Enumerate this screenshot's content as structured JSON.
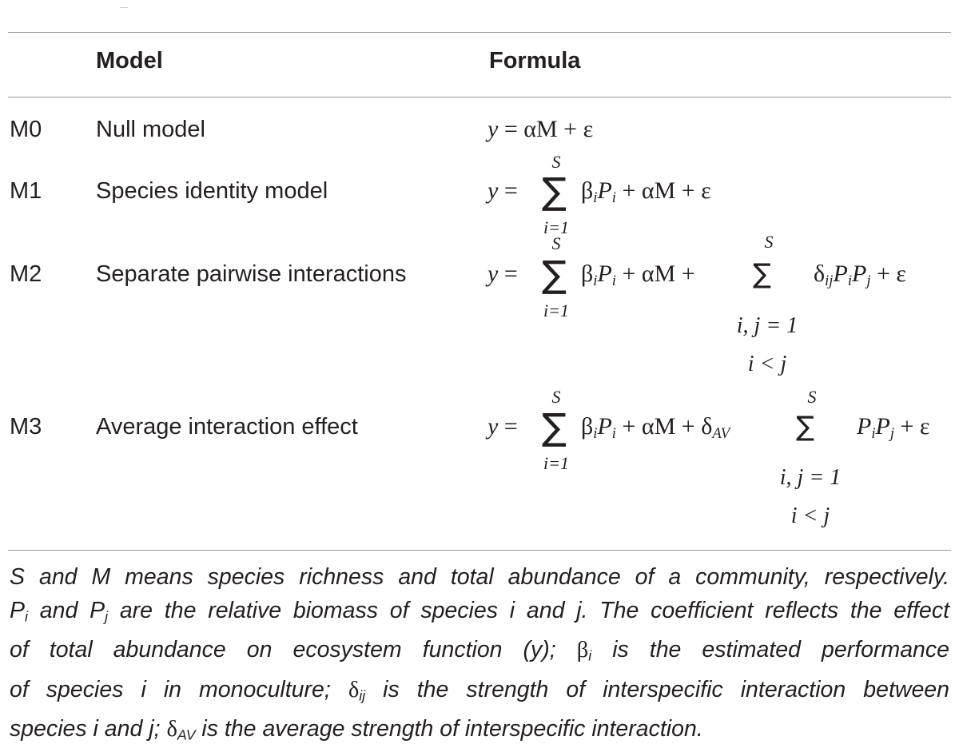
{
  "table": {
    "headers": {
      "model": "Model",
      "formula": "Formula"
    },
    "rows": [
      {
        "code": "M0",
        "name": "Null model"
      },
      {
        "code": "M1",
        "name": "Species identity model"
      },
      {
        "code": "M2",
        "name": "Separate pairwise interactions"
      },
      {
        "code": "M3",
        "name": "Average interaction effect"
      }
    ]
  },
  "formula": {
    "y": "y",
    "eq": " = ",
    "alpha_m": "αM",
    "plus": " + ",
    "eps": "ε",
    "sigma": "∑",
    "upper": "S",
    "lower_single": "i=1",
    "lower_pair": "i, j = 1",
    "lower_pair_cond": "i < j",
    "beta": "β",
    "sub_i": "i",
    "sub_j": "j",
    "sub_ij": "ij",
    "P": "P",
    "delta": "δ",
    "sub_av": "AV"
  },
  "note": {
    "line1": "S and M means species richness and total abundance of a community, respectively.",
    "line2a": "P",
    "line2_sub_i": "i",
    "line2b": " and P",
    "line2_sub_j": "j",
    "line2c": " are the relative biomass of species i and j. The coefficient reflects the effect",
    "line3a": "of total abundance on ecosystem function (y); ",
    "line3_beta": "β",
    "line3_sub": "i",
    "line3b": " is the estimated performance",
    "line4a": "of species i in monoculture; ",
    "line4_delta": "δ",
    "line4_sub": "ij",
    "line4b": " is the strength of interspecific interaction between",
    "line5a": "species i and j; ",
    "line5_delta": "δ",
    "line5_sub": "AV",
    "line5b": " is the average strength of interspecific interaction."
  }
}
